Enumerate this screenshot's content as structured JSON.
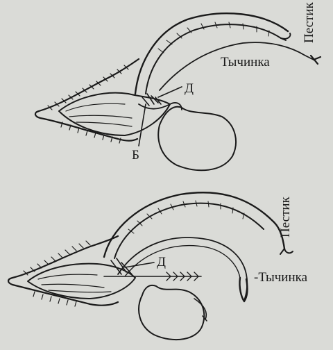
{
  "figure": {
    "top": {
      "pistil_label": "Пестик",
      "stamen_label": "Тычинка",
      "d_label": "Д",
      "b_label": "Б"
    },
    "bottom": {
      "pistil_label": "Пестик",
      "stamen_label": "-Тычинка",
      "d_label": "Д"
    }
  },
  "colors": {
    "paper": "#dadbd7",
    "ink": "#1a1a1a"
  }
}
